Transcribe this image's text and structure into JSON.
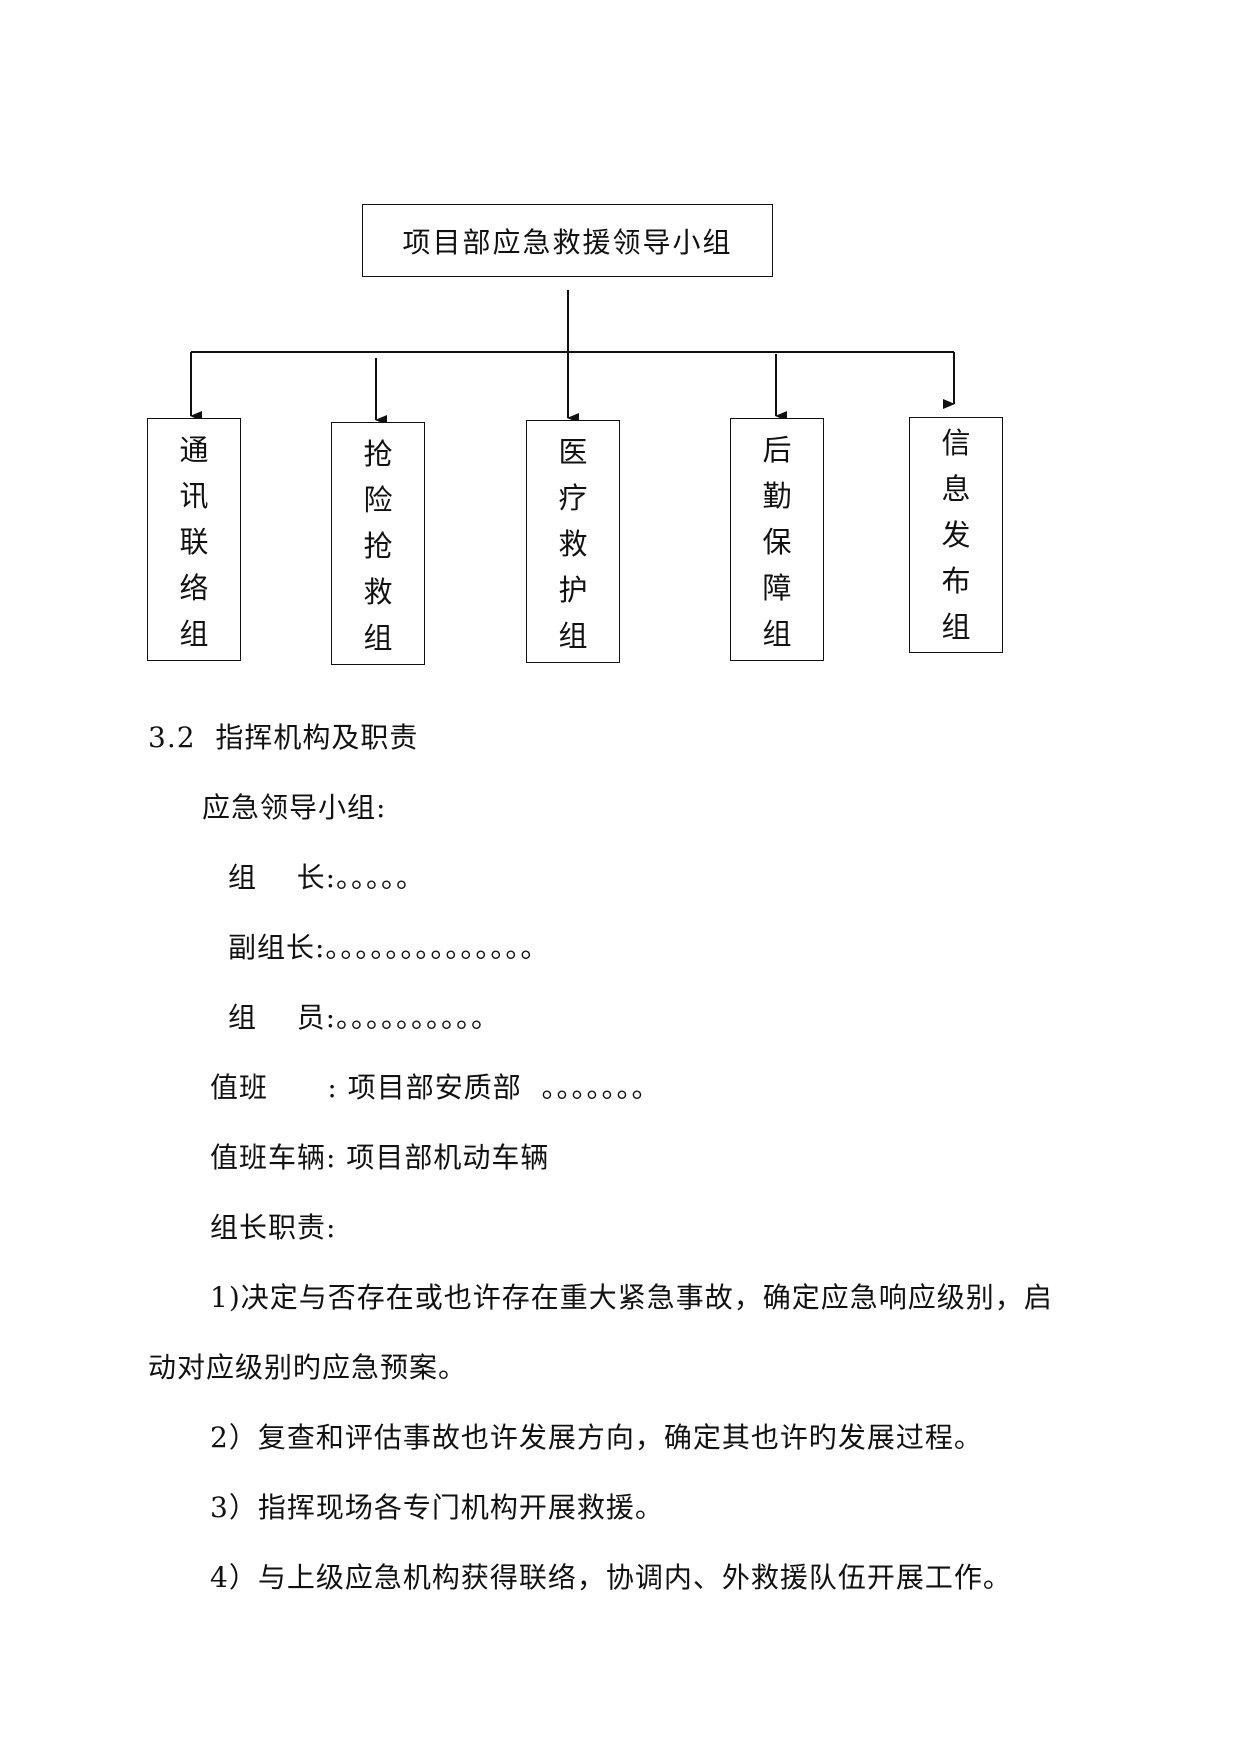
{
  "org_chart": {
    "top": "项目部应急救援领导小组",
    "groups": [
      {
        "chars": [
          "通",
          "讯",
          "联",
          "络",
          "组"
        ]
      },
      {
        "chars": [
          "抢",
          "险",
          "抢",
          "救",
          "组"
        ]
      },
      {
        "chars": [
          "医",
          "疗",
          "救",
          "护",
          "组"
        ]
      },
      {
        "chars": [
          "后",
          "勤",
          "保",
          "障",
          "组"
        ]
      },
      {
        "chars": [
          "信",
          "息",
          "发",
          "布",
          "组"
        ]
      }
    ]
  },
  "section": {
    "heading": "3.2  指挥机构及职责",
    "leader_group_label": "应急领导小组:",
    "leader": "组    长:。。。。。",
    "deputy": "副组长:。。。。。。。。。。。。。。",
    "members": "组    员:。。。。。。。。。。",
    "duty": "值班      : 项目部安质部  。。。。。。。",
    "duty_vehicle": "值班车辆: 项目部机动车辆",
    "leader_duties_label": "组长职责:",
    "duty1_line1": "1)决定与否存在或也许存在重大紧急事故，确定应急响应级别，启",
    "duty1_line2": "动对应级别旳应急预案。",
    "duty2": "2）复查和评估事故也许发展方向，确定其也许旳发展过程。",
    "duty3": "3）指挥现场各专门机构开展救援。",
    "duty4": "4）与上级应急机构获得联络，协调内、外救援队伍开展工作。"
  }
}
